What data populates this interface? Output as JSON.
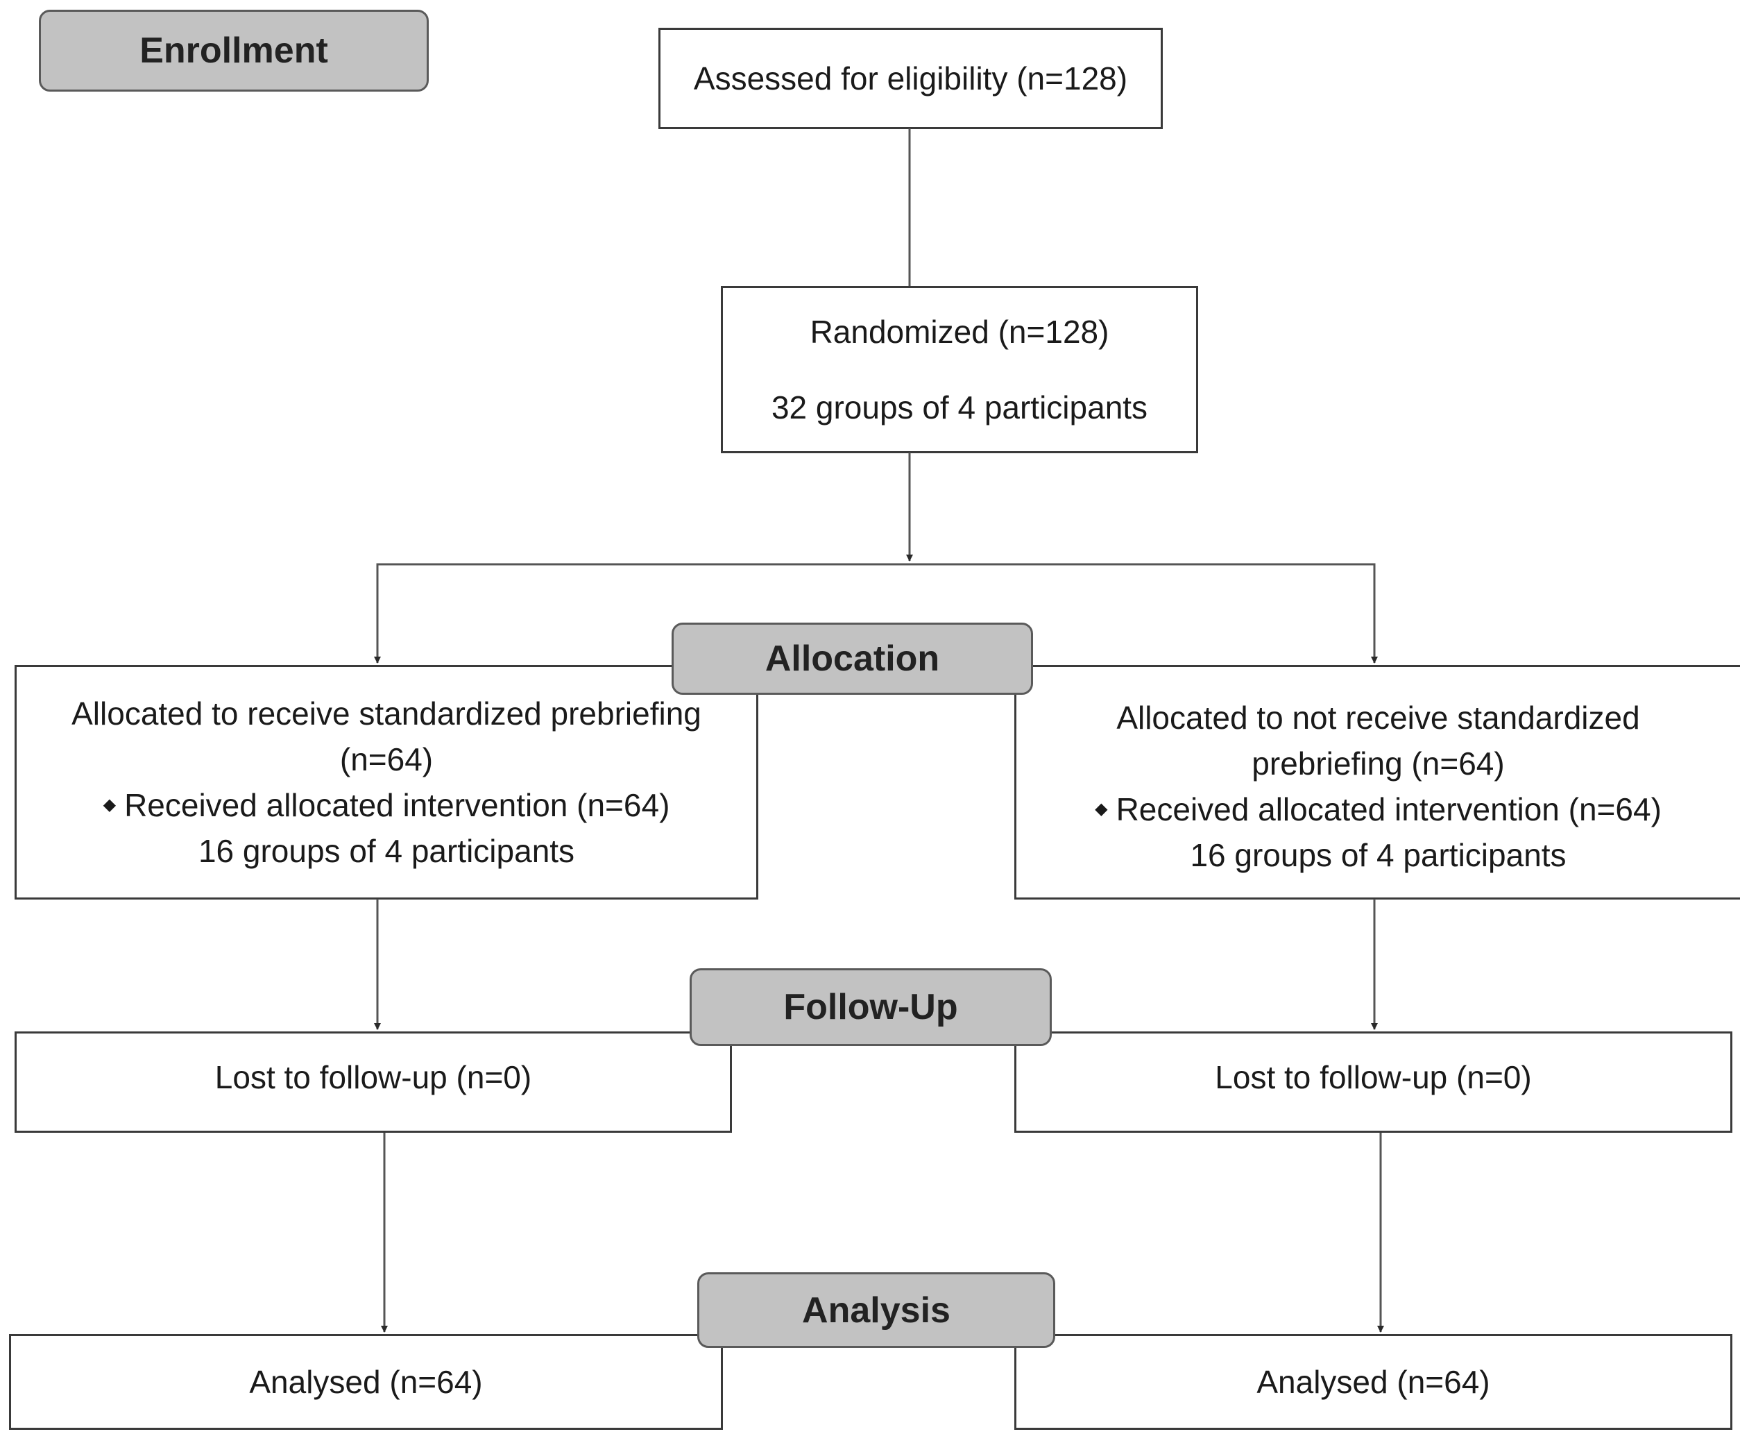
{
  "stages": {
    "enrollment": "Enrollment",
    "allocation": "Allocation",
    "follow_up": "Follow-Up",
    "analysis": "Analysis"
  },
  "assessed": {
    "label": "Assessed for eligibility (n=128)"
  },
  "randomized": {
    "label": "Randomized (n=128)",
    "groups": "32 groups of 4 participants"
  },
  "allocation_left": {
    "line1": "Allocated to receive standardized prebriefing",
    "line2": "(n=64)",
    "bullet": "Received allocated intervention (n=64)",
    "groups": "16 groups of 4 participants"
  },
  "allocation_right": {
    "line1": "Allocated to not receive standardized",
    "line2": "prebriefing (n=64)",
    "bullet": "Received allocated intervention (n=64)",
    "groups": "16 groups of 4 participants"
  },
  "followup_left": {
    "label": "Lost to follow-up (n=0)"
  },
  "followup_right": {
    "label": "Lost to follow-up (n=0)"
  },
  "analysis_left": {
    "label": "Analysed (n=64)"
  },
  "analysis_right": {
    "label": "Analysed (n=64)"
  },
  "colors": {
    "stage_fill": "#c2c2c2",
    "line": "#3a3a3a"
  }
}
